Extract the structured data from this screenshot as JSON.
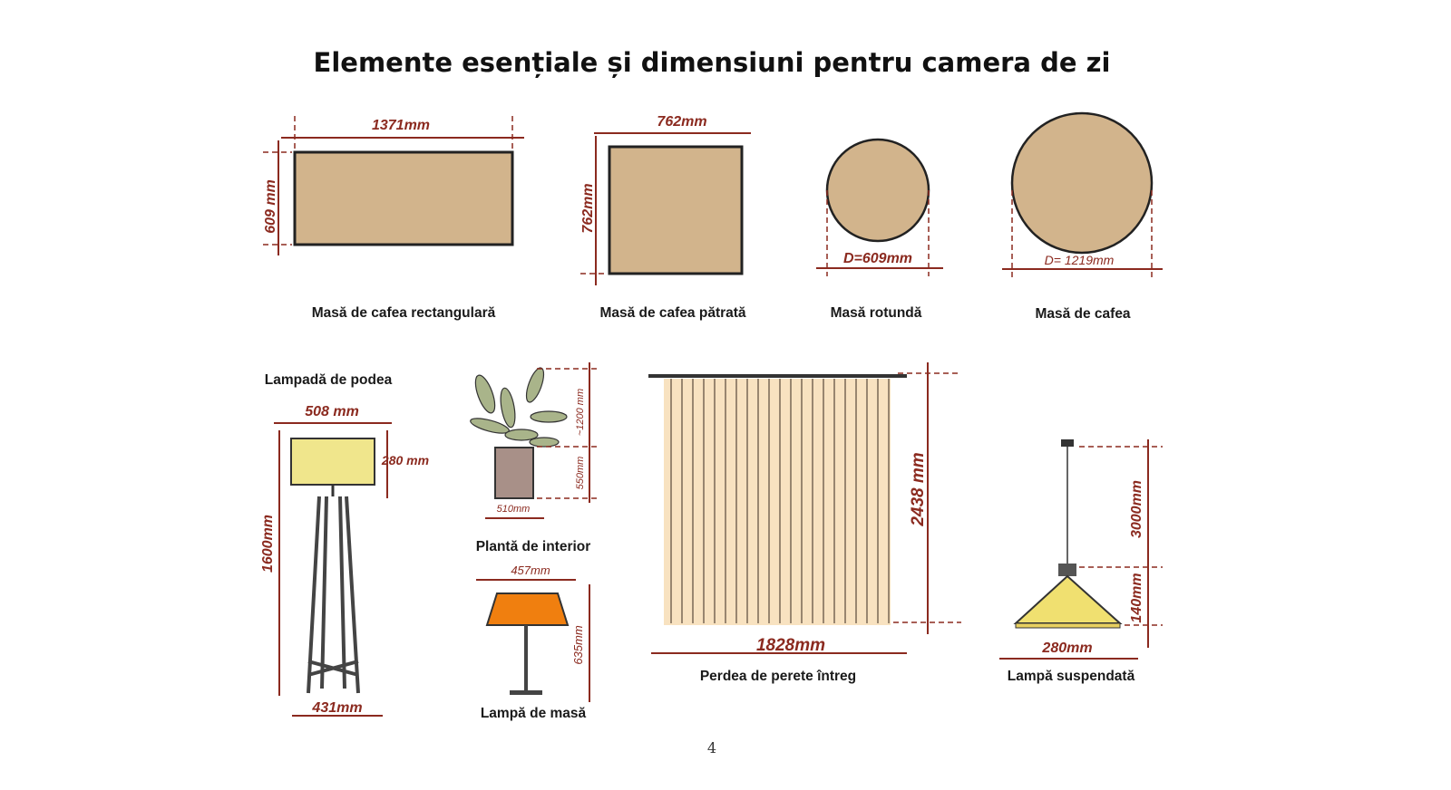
{
  "title": "Elemente esențiale și dimensiuni pentru camera de zi",
  "items": {
    "rect_table": {
      "caption": "Masă de cafea rectangulară",
      "width": "1371mm",
      "depth": "609 mm"
    },
    "square_table": {
      "caption": "Masă de cafea pătrată",
      "width": "762mm",
      "depth": "762mm"
    },
    "round_table": {
      "caption": "Masă rotundă",
      "diameter": "D=609mm"
    },
    "coffee_table": {
      "caption": "Masă de cafea",
      "diameter": "D= 1219mm"
    },
    "floor_lamp": {
      "caption": "Lampadă de podea",
      "shade_width": "508 mm",
      "shade_height": "280 mm",
      "height": "1600mm",
      "base": "431mm"
    },
    "plant": {
      "caption": "Plantă de interior",
      "plant_height": "~1200 mm",
      "pot_height": "550mm",
      "pot_width": "510mm"
    },
    "table_lamp": {
      "caption": "Lampă de masă",
      "width": "457mm",
      "height": "635mm"
    },
    "curtain": {
      "caption": "Perdea de perete întreg",
      "width": "1828mm",
      "height": "2438 mm"
    },
    "pendant": {
      "caption": "Lampă suspendată",
      "drop": "3000mm",
      "shade_height": "140mm",
      "width": "280mm"
    }
  },
  "page_number": "4",
  "colors": {
    "dimension": "#8b2a1f",
    "wood": "#d2b48c"
  }
}
